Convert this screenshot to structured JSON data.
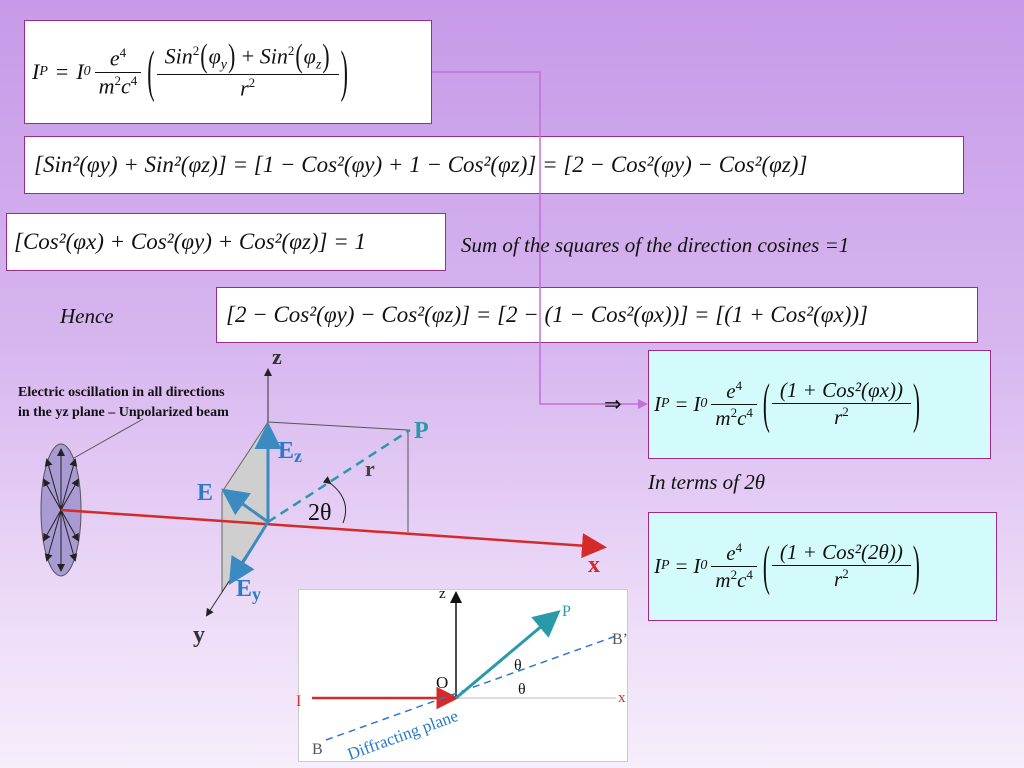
{
  "eq1": {
    "lhs": "I",
    "lhs_sub": "P",
    "i0": "I",
    "i0_sub": "0",
    "num": "e",
    "num_sup": "4",
    "den": "m",
    "den_sup": "2",
    "den2": "c",
    "den2_sup": "4",
    "sin": "Sin",
    "sq": "2",
    "phi": "φ",
    "sub_y": "y",
    "sub_z": "z",
    "plus": "+",
    "r": "r",
    "r_sup": "2"
  },
  "eq2_text": "[Sin²(φy) + Sin²(φz)] = [1 − Cos²(φy) + 1 − Cos²(φz)] = [2 − Cos²(φy) − Cos²(φz)]",
  "eq3_text": "[Cos²(φx) + Cos²(φy) + Cos²(φz)] = 1",
  "note_cosines": "Sum of the squares of the direction cosines =1",
  "hence": "Hence",
  "eq4_text": "[2 − Cos²(φy) − Cos²(φz)] = [2 − (1 − Cos²(φx))] = [(1 + Cos²(φx))]",
  "implies": "⇒",
  "eq5_num": "(1 + Cos²(φx))",
  "note_2theta": "In terms of 2θ",
  "eq6_num": "(1 + Cos²(2θ))",
  "diagram1": {
    "caption_line1": "Electric oscillation in all directions",
    "caption_line2": "in the yz plane – Unpolarized beam",
    "axis_z": "z",
    "axis_x": "x",
    "axis_y": "y",
    "label_P": "P",
    "label_r": "r",
    "label_angle": "2θ",
    "label_E": "E",
    "label_Ez": "E",
    "label_Ez_sub": "z",
    "label_Ey": "E",
    "label_Ey_sub": "y"
  },
  "diagram2": {
    "axis_z": "z",
    "axis_x": "x",
    "label_I": "I",
    "label_O": "O",
    "label_P": "P",
    "label_B": "B",
    "label_B2": "B’",
    "theta1": "θ",
    "theta2": "θ",
    "plane": "Diffracting plane"
  }
}
